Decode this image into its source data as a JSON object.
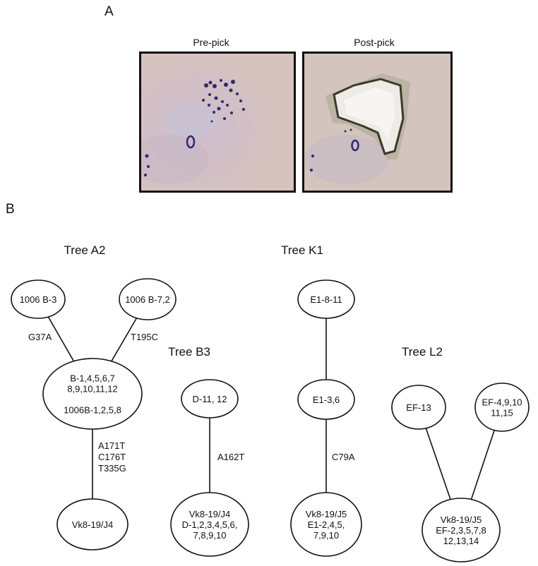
{
  "panel_a": {
    "label": "A",
    "images": [
      {
        "caption": "Pre-pick"
      },
      {
        "caption": "Post-pick"
      }
    ]
  },
  "panel_b": {
    "label": "B",
    "trees": [
      {
        "title": "Tree A2",
        "nodes": [
          {
            "id": "a2_n1",
            "lines": [
              "1006 B-3"
            ]
          },
          {
            "id": "a2_n2",
            "lines": [
              "1006 B-7,2"
            ]
          },
          {
            "id": "a2_n3",
            "lines": [
              "B-1,4,5,6,7",
              "8,9,10,11,12",
              "",
              "1006B-1,2,5,8"
            ]
          },
          {
            "id": "a2_n4",
            "lines": [
              "Vk8-19/J4"
            ]
          }
        ],
        "edges": [
          {
            "from": "a2_n1",
            "to": "a2_n3",
            "mutations": [
              "G37A"
            ]
          },
          {
            "from": "a2_n2",
            "to": "a2_n3",
            "mutations": [
              "T195C"
            ]
          },
          {
            "from": "a2_n3",
            "to": "a2_n4",
            "mutations": [
              "A171T",
              "C176T",
              "T335G"
            ]
          }
        ]
      },
      {
        "title": "Tree B3",
        "nodes": [
          {
            "id": "b3_n1",
            "lines": [
              "D-11, 12"
            ]
          },
          {
            "id": "b3_n2",
            "lines": [
              "Vk8-19/J4",
              "D-1,2,3,4,5,6,",
              "7,8,9,10"
            ]
          }
        ],
        "edges": [
          {
            "from": "b3_n1",
            "to": "b3_n2",
            "mutations": [
              "A162T"
            ]
          }
        ]
      },
      {
        "title": "Tree K1",
        "nodes": [
          {
            "id": "k1_n1",
            "lines": [
              "E1-8-11"
            ]
          },
          {
            "id": "k1_n2",
            "lines": [
              "E1-3,6"
            ]
          },
          {
            "id": "k1_n3",
            "lines": [
              "Vk8-19/J5",
              "E1-2,4,5,",
              "7,9,10"
            ]
          }
        ],
        "edges": [
          {
            "from": "k1_n1",
            "to": "k1_n2",
            "mutations": []
          },
          {
            "from": "k1_n2",
            "to": "k1_n3",
            "mutations": [
              "C79A"
            ]
          }
        ]
      },
      {
        "title": "Tree L2",
        "nodes": [
          {
            "id": "l2_n1",
            "lines": [
              "EF-13"
            ]
          },
          {
            "id": "l2_n2",
            "lines": [
              "EF-4,9,10",
              "11,15"
            ]
          },
          {
            "id": "l2_n3",
            "lines": [
              "Vk8-19/J5",
              "EF-2,3,5,7,8",
              "12,13,14"
            ]
          }
        ],
        "edges": [
          {
            "from": "l2_n1",
            "to": "l2_n3",
            "mutations": []
          },
          {
            "from": "l2_n2",
            "to": "l2_n3",
            "mutations": []
          }
        ]
      }
    ]
  }
}
